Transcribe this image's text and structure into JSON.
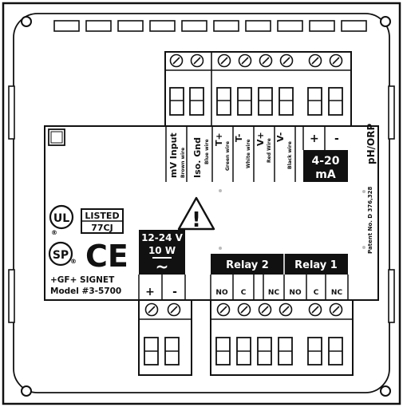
{
  "terminals_top": {
    "labels": [
      {
        "main": "mV Input",
        "sub": "Brown wire"
      },
      {
        "main": "Iso. Gnd",
        "sub": "Blue wire"
      },
      {
        "main": "T+",
        "sub": "Green wire"
      },
      {
        "main": "T-",
        "sub": "White wire"
      },
      {
        "main": "V+",
        "sub": "Red Wire"
      },
      {
        "main": "V-",
        "sub": "Black wire"
      }
    ],
    "current_loop": {
      "plus": "+",
      "minus": "-",
      "line1": "4-20",
      "line2": "mA"
    }
  },
  "side_text": {
    "product": "pH/ORP",
    "patent": "Patent No. D 376,328"
  },
  "certifications": {
    "ul_letters": "UL",
    "ul_listed": "LISTED",
    "ul_code": "77CJ",
    "r_mark": "®",
    "csa_mark": "SP",
    "ce_mark": "CE"
  },
  "brand": {
    "line1": "+GF+ SIGNET",
    "line2": "Model #3-5700"
  },
  "power": {
    "voltage": "12-24 V",
    "watts": "10 W",
    "ac_symbol": "~",
    "plus": "+",
    "minus": "-"
  },
  "relays": {
    "relay2": "Relay 2",
    "relay1": "Relay 1",
    "contacts": [
      "NO",
      "C",
      "NC",
      "NO",
      "C",
      "NC"
    ]
  },
  "warning_symbol": "!"
}
